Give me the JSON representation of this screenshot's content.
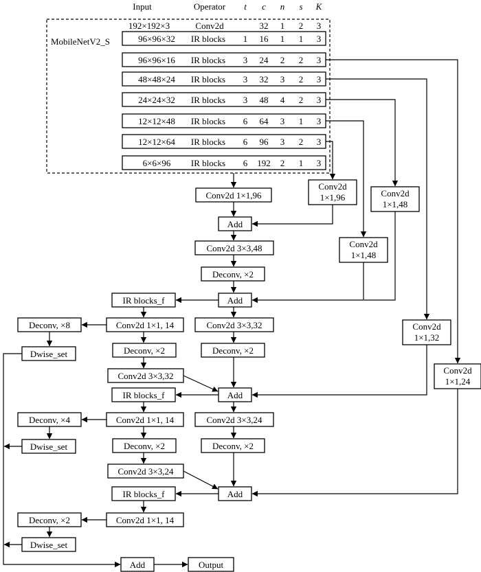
{
  "header": {
    "input": "Input",
    "operator": "Operator",
    "t": "t",
    "c": "c",
    "n": "n",
    "s": "s",
    "k": "K"
  },
  "backbone": {
    "label": "MobileNetV2_S",
    "rows": [
      {
        "input": "192×192×3",
        "operator": "Conv2d",
        "t": "",
        "c": "32",
        "n": "1",
        "s": "2",
        "k": "3"
      },
      {
        "input": "96×96×32",
        "operator": "IR blocks",
        "t": "1",
        "c": "16",
        "n": "1",
        "s": "1",
        "k": "3"
      },
      {
        "input": "96×96×16",
        "operator": "IR blocks",
        "t": "3",
        "c": "24",
        "n": "2",
        "s": "2",
        "k": "3"
      },
      {
        "input": "48×48×24",
        "operator": "IR blocks",
        "t": "3",
        "c": "32",
        "n": "3",
        "s": "2",
        "k": "3"
      },
      {
        "input": "24×24×32",
        "operator": "IR blocks",
        "t": "3",
        "c": "48",
        "n": "4",
        "s": "2",
        "k": "3"
      },
      {
        "input": "12×12×48",
        "operator": "IR blocks",
        "t": "6",
        "c": "64",
        "n": "3",
        "s": "1",
        "k": "3"
      },
      {
        "input": "12×12×64",
        "operator": "IR blocks",
        "t": "6",
        "c": "96",
        "n": "3",
        "s": "2",
        "k": "3"
      },
      {
        "input": "6×6×96",
        "operator": "IR blocks",
        "t": "6",
        "c": "192",
        "n": "2",
        "s": "1",
        "k": "3"
      }
    ]
  },
  "side": {
    "conv96": [
      "Conv2d",
      "1×1,96"
    ],
    "conv48a": [
      "Conv2d",
      "1×1,48"
    ],
    "conv48b": [
      "Conv2d",
      "1×1,48"
    ],
    "conv32": [
      "Conv2d",
      "1×1,32"
    ],
    "conv24": [
      "Conv2d",
      "1×1,24"
    ]
  },
  "center": {
    "conv_1x1_96": "Conv2d 1×1,96",
    "add1": "Add",
    "conv_3x3_48": "Conv2d 3×3,48",
    "deconv1": "Deconv, ×2",
    "add2": "Add",
    "conv_3x3_32_c": "Conv2d 3×3,32",
    "deconv2": "Deconv, ×2",
    "add3": "Add",
    "conv_3x3_24_c": "Conv2d 3×3,24",
    "deconv3": "Deconv, ×2",
    "add4": "Add"
  },
  "branch1": {
    "ir": "IR blocks_f",
    "conv": "Conv2d 1×1, 14",
    "deconv": "Deconv, ×2",
    "conv3": "Conv2d 3×3,32",
    "up": "Deconv, ×8",
    "dwise": "Dwise_set"
  },
  "branch2": {
    "ir": "IR blocks_f",
    "conv": "Conv2d 1×1, 14",
    "deconv": "Deconv, ×2",
    "conv3": "Conv2d 3×3,24",
    "up": "Deconv, ×4",
    "dwise": "Dwise_set"
  },
  "branch3": {
    "ir": "IR blocks_f",
    "conv": "Conv2d 1×1, 14",
    "up": "Deconv, ×2",
    "dwise": "Dwise_set"
  },
  "final": {
    "add": "Add",
    "output": "Output"
  }
}
